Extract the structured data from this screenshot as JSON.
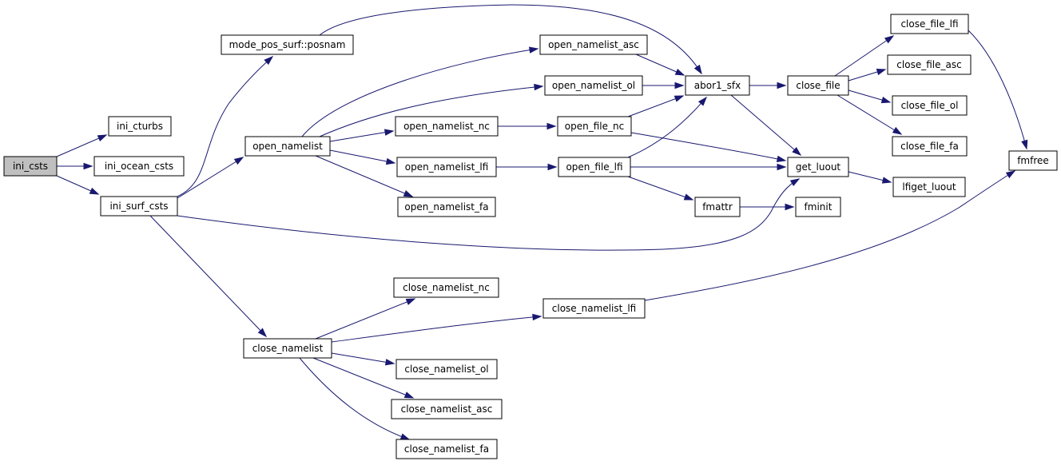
{
  "colors": {
    "edge": "#191970",
    "root_fill": "#bfbfbf",
    "node_fill": "#ffffff",
    "border": "#000000"
  },
  "nodes": {
    "ini_csts": "ini_csts",
    "ini_cturbs": "ini_cturbs",
    "ini_ocean_csts": "ini_ocean_csts",
    "ini_surf_csts": "ini_surf_csts",
    "posnam": "mode_pos_surf::posnam",
    "open_namelist": "open_namelist",
    "close_namelist": "close_namelist",
    "open_namelist_asc": "open_namelist_asc",
    "open_namelist_ol": "open_namelist_ol",
    "open_namelist_nc": "open_namelist_nc",
    "open_namelist_lfi": "open_namelist_lfi",
    "open_namelist_fa": "open_namelist_fa",
    "close_namelist_nc": "close_namelist_nc",
    "close_namelist_lfi": "close_namelist_lfi",
    "close_namelist_ol": "close_namelist_ol",
    "close_namelist_asc": "close_namelist_asc",
    "close_namelist_fa": "close_namelist_fa",
    "abor1_sfx": "abor1_sfx",
    "open_file_nc": "open_file_nc",
    "open_file_lfi": "open_file_lfi",
    "fmattr": "fmattr",
    "close_file": "close_file",
    "get_luout": "get_luout",
    "fminit": "fminit",
    "close_file_lfi": "close_file_lfi",
    "close_file_asc": "close_file_asc",
    "close_file_ol": "close_file_ol",
    "close_file_fa": "close_file_fa",
    "lfiget_luout": "lfiget_luout",
    "fmfree": "fmfree"
  },
  "edges": [
    [
      "ini_csts",
      "ini_cturbs"
    ],
    [
      "ini_csts",
      "ini_ocean_csts"
    ],
    [
      "ini_csts",
      "ini_surf_csts"
    ],
    [
      "ini_surf_csts",
      "posnam"
    ],
    [
      "ini_surf_csts",
      "open_namelist"
    ],
    [
      "ini_surf_csts",
      "get_luout"
    ],
    [
      "ini_surf_csts",
      "close_namelist"
    ],
    [
      "posnam",
      "abor1_sfx"
    ],
    [
      "open_namelist",
      "open_namelist_asc"
    ],
    [
      "open_namelist",
      "open_namelist_ol"
    ],
    [
      "open_namelist",
      "open_namelist_nc"
    ],
    [
      "open_namelist",
      "open_namelist_lfi"
    ],
    [
      "open_namelist",
      "open_namelist_fa"
    ],
    [
      "open_namelist_asc",
      "abor1_sfx"
    ],
    [
      "open_namelist_ol",
      "abor1_sfx"
    ],
    [
      "open_namelist_nc",
      "open_file_nc"
    ],
    [
      "open_namelist_lfi",
      "open_file_lfi"
    ],
    [
      "open_file_nc",
      "abor1_sfx"
    ],
    [
      "open_file_nc",
      "get_luout"
    ],
    [
      "open_file_lfi",
      "abor1_sfx"
    ],
    [
      "open_file_lfi",
      "get_luout"
    ],
    [
      "open_file_lfi",
      "fmattr"
    ],
    [
      "fmattr",
      "fminit"
    ],
    [
      "abor1_sfx",
      "close_file"
    ],
    [
      "abor1_sfx",
      "get_luout"
    ],
    [
      "close_file",
      "close_file_lfi"
    ],
    [
      "close_file",
      "close_file_asc"
    ],
    [
      "close_file",
      "close_file_ol"
    ],
    [
      "close_file",
      "close_file_fa"
    ],
    [
      "close_file_lfi",
      "fmfree"
    ],
    [
      "get_luout",
      "lfiget_luout"
    ],
    [
      "close_namelist",
      "close_namelist_nc"
    ],
    [
      "close_namelist",
      "close_namelist_lfi"
    ],
    [
      "close_namelist",
      "close_namelist_ol"
    ],
    [
      "close_namelist",
      "close_namelist_asc"
    ],
    [
      "close_namelist",
      "close_namelist_fa"
    ],
    [
      "close_namelist_lfi",
      "fmfree"
    ]
  ]
}
